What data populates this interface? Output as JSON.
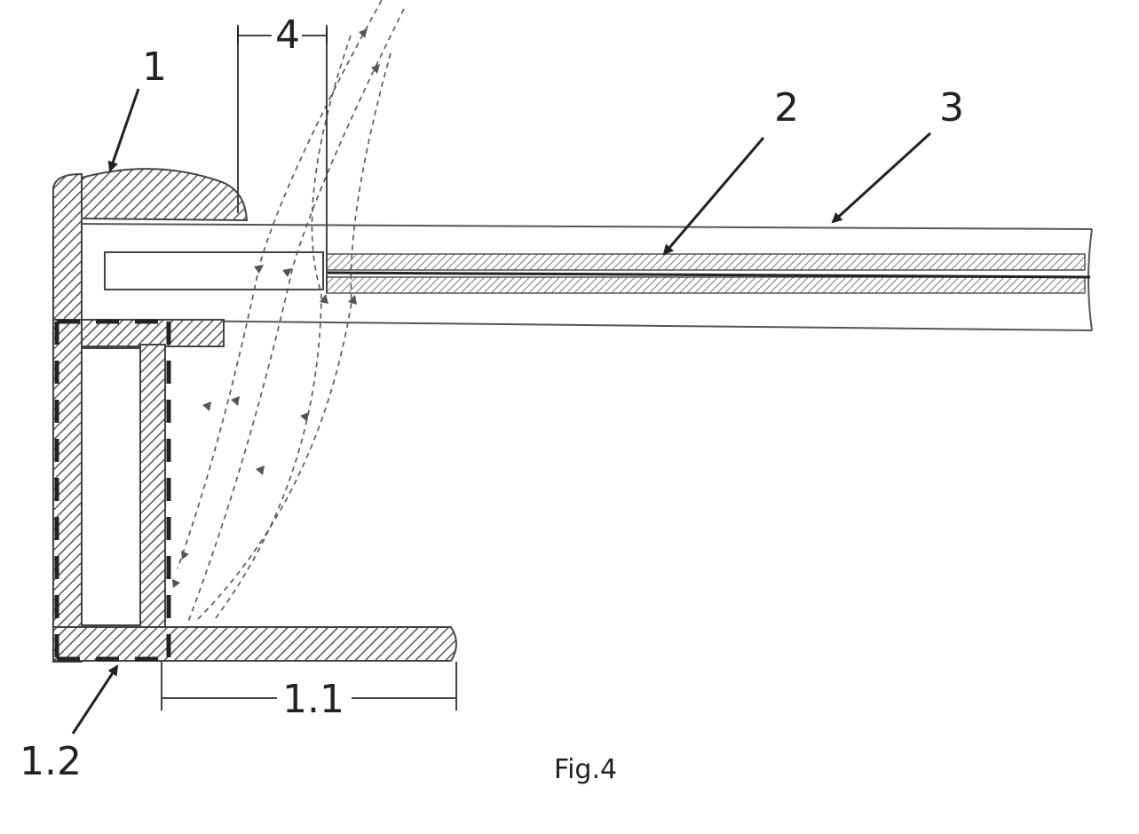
{
  "figure": {
    "caption": "Fig.4",
    "labels": {
      "frame": "1",
      "panel_element": "2",
      "glass": "3",
      "gap": "4",
      "bottom_flange": "1.1",
      "corner": "1.2"
    }
  },
  "colors": {
    "ink": "#222222",
    "hatch": "#555555",
    "background": "#ffffff"
  }
}
